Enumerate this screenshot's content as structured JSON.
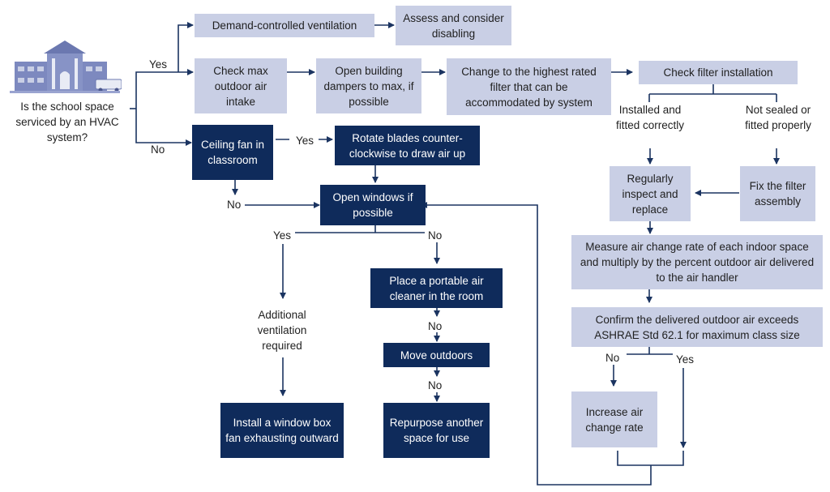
{
  "colors": {
    "light_box": "#c9cfe5",
    "dark_box": "#0f2b5b",
    "connector": "#1b3461"
  },
  "start": {
    "icon": "school-building-icon",
    "question": "Is the school space serviced by an HVAC system?"
  },
  "labels": {
    "hvac_yes": "Yes",
    "hvac_no": "No",
    "fan_yes": "Yes",
    "fan_no": "No",
    "window_yes": "Yes",
    "window_no": "No",
    "cleaner_no": "No",
    "outdoors_no": "No",
    "installed_ok": "Installed and fitted correctly",
    "not_sealed": "Not sealed or fitted properly",
    "confirm_no": "No",
    "confirm_yes": "Yes",
    "additional_ventilation": "Additional ventilation required"
  },
  "nodes": {
    "demand_controlled": "Demand-controlled ventilation",
    "assess_disable": "Assess and consider disabling",
    "check_max_intake": "Check max outdoor air intake",
    "open_dampers": "Open building dampers to max, if possible",
    "change_filter": "Change to the highest rated filter that can be accommodated by system",
    "check_filter_install": "Check filter installation",
    "regularly_inspect": "Regularly inspect and replace",
    "fix_filter": "Fix the filter assembly",
    "measure_air_change": "Measure air change rate of each indoor space and multiply by the percent outdoor air delivered to the air handler",
    "confirm_outdoor_air": "Confirm the delivered outdoor air exceeds ASHRAE Std 62.1 for maximum class size",
    "increase_air_change": "Increase air change rate",
    "ceiling_fan": "Ceiling fan in classroom",
    "rotate_blades": "Rotate blades counter-clockwise to draw air up",
    "open_windows": "Open windows if possible",
    "portable_cleaner": "Place a portable air cleaner in the room",
    "move_outdoors": "Move outdoors",
    "repurpose_space": "Repurpose another space for use",
    "window_box_fan": "Install a window box fan exhausting outward"
  }
}
